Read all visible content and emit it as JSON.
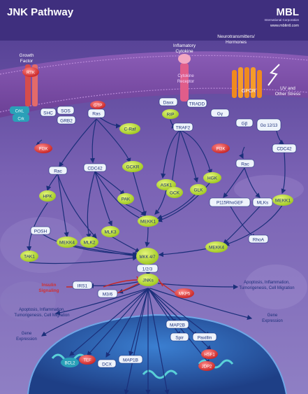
{
  "header": {
    "title": "JNK Pathway",
    "logo_text": "MBL",
    "logo_sub": "International Corporation",
    "logo_url": "www.mblintl.com"
  },
  "labels": {
    "growth_factor": [
      "Growth",
      "Factor"
    ],
    "inflammatory_cytokine": [
      "Inflamatory",
      "Cytokine"
    ],
    "cytokine_receptor": [
      "Cytokine",
      "Receptor"
    ],
    "neurotransmitters": [
      "Neurotransmitters/",
      "Hormones"
    ],
    "uv_stress": [
      "UV and",
      "Other Stress"
    ],
    "insulin_signaling": [
      "Insulin",
      "Signaling"
    ],
    "outcome_right": [
      "Apoptosis, Inflammation,",
      "Tumorigenesis, Cell Migration"
    ],
    "outcome_left": [
      "Apoptosis, Inflammation,",
      "Tumorigenesis, Cell Migration"
    ],
    "gene_expression_left": [
      "Gene",
      "Expression"
    ],
    "gene_expression_right": [
      "Gene",
      "Expression"
    ]
  },
  "nodes": {
    "rtk": "RTK",
    "grb2": "GRB2",
    "shc": "SHC",
    "sos": "SOS",
    "ras": "Ras",
    "gtp": "GTP",
    "crk": "CrkL",
    "crk2": "Crk",
    "daxx": "Daxx",
    "tradd": "TRADD",
    "rip": "RIP",
    "traf2": "TRAF2",
    "gpcr": "GPCR",
    "gg": "Gγ",
    "gb": "Gβ",
    "ga": "Gα 12/13",
    "pi3k_left": "PI3K",
    "pi3k_right": "PI3K",
    "craf": "C-Raf",
    "rac_left": "Rac",
    "cdc42_left": "CDC42",
    "gckr": "GCKR",
    "ask1": "ASK1",
    "gck": "GCK",
    "glk": "GLK",
    "hgk": "HGK",
    "rac_right": "Rac",
    "cdc42_right": "CDC42",
    "hpk": "HPK",
    "pak": "PAK",
    "p115": "P115RhoGEF",
    "mlks": "MLKs",
    "mekk1_right": "MEKK1",
    "posh": "POSH",
    "mekk4": "MEKK4",
    "mlk2": "MLK2",
    "mlk3": "MLK3",
    "mekk1": "MEKK1",
    "rhoa": "RhoA",
    "mekk4_right": "MEKK4",
    "tak1": "TAK1",
    "mkk47": "MKK 4/7",
    "jnk123": "1/2/3",
    "jnks": "JNKs",
    "irs1": "IRS1",
    "m36": "M3/6",
    "mkp5": "MKP5",
    "map2b": "MAP2B",
    "spir": "Spir",
    "paxillin": "Paxillin",
    "hsf1": "HSF1",
    "jdp2": "JDP2",
    "bcl2": "BCL2",
    "tef": "TEF",
    "dcx": "DCX",
    "map1b": "MAP1B"
  },
  "colors": {
    "background_top": "#5a3f96",
    "background_bottom": "#2f2462",
    "membrane": "#7a4fa8",
    "nucleus": "#2d6bbf",
    "node_green": "#bfdc2e",
    "node_white": "#eef3fb",
    "node_red": "#d83a3a",
    "arrow_blue": "#1b2f7a",
    "inhibit_red": "#c62828"
  }
}
